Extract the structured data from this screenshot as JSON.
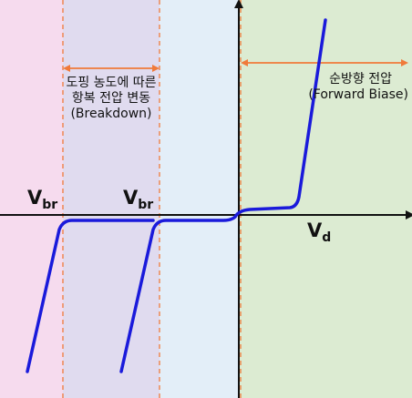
{
  "regions": {
    "breakdown_low": {
      "color": "#f6dbee"
    },
    "breakdown_high": {
      "color": "#e0dbef"
    },
    "reverse": {
      "color": "#e3eef8"
    },
    "forward": {
      "color": "#dcebd2"
    }
  },
  "colors": {
    "curve": "#1a1adb",
    "axis": "#111111",
    "dashed_marker": "#f07a3a",
    "arrow": "#f07a3a"
  },
  "annotations": {
    "breakdown": {
      "line1": "도핑 농도에 따른",
      "line2": "항복 전압 변동",
      "line3": "(Breakdown)"
    },
    "forward": {
      "line1": "순방향 전압",
      "line2": "(Forward Biase)"
    }
  },
  "labels": {
    "vbr_left": {
      "main": "V",
      "sub": "br"
    },
    "vbr_right": {
      "main": "V",
      "sub": "br"
    },
    "vd": {
      "main": "V",
      "sub": "d"
    }
  }
}
